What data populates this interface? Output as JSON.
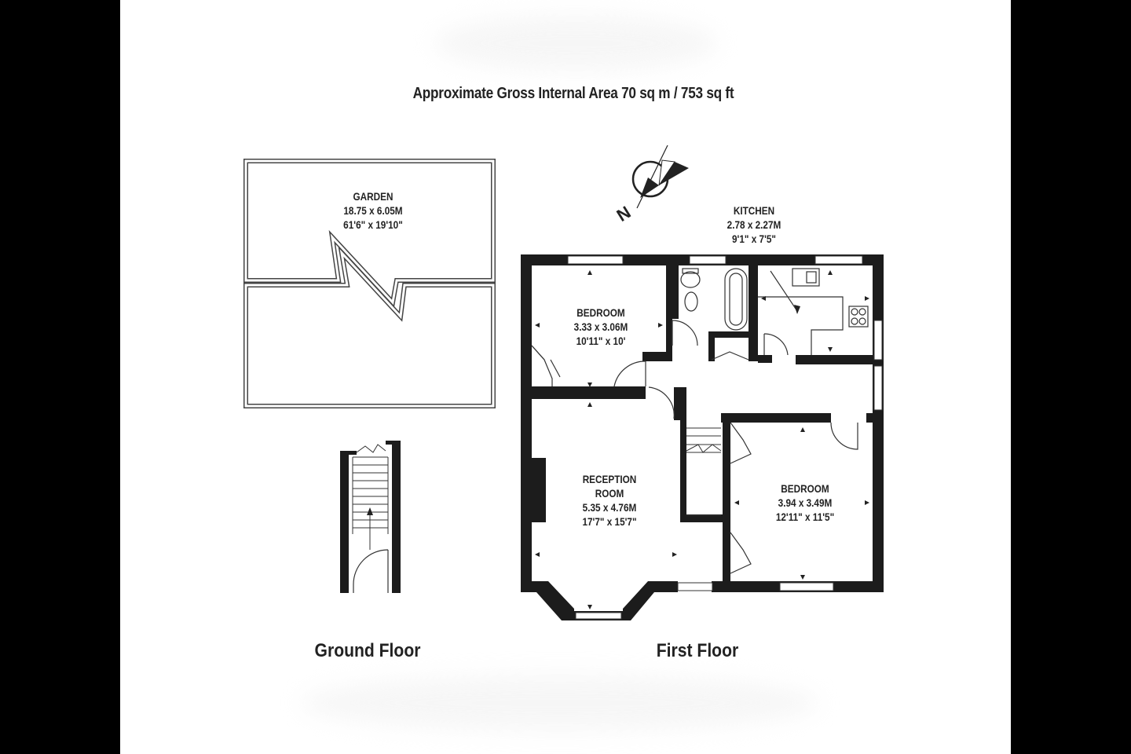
{
  "area_title": "Approximate Gross Internal Area 70 sq m  /  753 sq ft",
  "compass_label": "N",
  "rooms": {
    "garden": {
      "name": "GARDEN",
      "metric": "18.75 x 6.05M",
      "imperial": "61'6\" x 19'10\""
    },
    "kitchen": {
      "name": "KITCHEN",
      "metric": "2.78 x 2.27M",
      "imperial": "9'1\" x 7'5\""
    },
    "bedroom1": {
      "name": "BEDROOM",
      "metric": "3.33 x 3.06M",
      "imperial": "10'11\" x 10'"
    },
    "reception": {
      "name": "RECEPTION",
      "name2": "ROOM",
      "metric": "5.35 x 4.76M",
      "imperial": "17'7\" x 15'7\""
    },
    "bedroom2": {
      "name": "BEDROOM",
      "metric": "3.94 x 3.49M",
      "imperial": "12'11\" x 11'5\""
    }
  },
  "floors": {
    "ground": "Ground Floor",
    "first": "First Floor"
  }
}
